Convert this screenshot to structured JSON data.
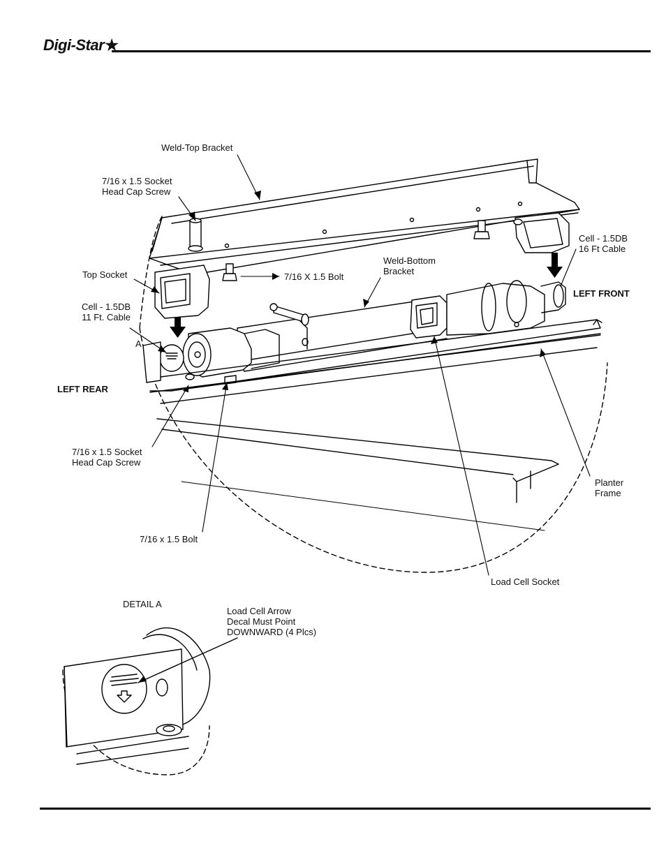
{
  "header": {
    "logo_text": "Digi-Star",
    "logo_star": "★"
  },
  "labels": {
    "weld_top_bracket": "Weld-Top Bracket",
    "socket_screw_top": "7/16 x 1.5 Socket\nHead Cap Screw",
    "top_socket": "Top Socket",
    "bolt_top": "7/16 X 1.5 Bolt",
    "weld_bottom_bracket": "Weld-Bottom\nBracket",
    "cell_front": "Cell - 1.5DB\n16 Ft Cable",
    "left_front": "LEFT FRONT",
    "cell_rear": "Cell - 1.5DB\n11 Ft. Cable",
    "detail_marker": "A",
    "left_rear": "LEFT REAR",
    "socket_screw_bottom": "7/16 x 1.5 Socket\nHead Cap Screw",
    "planter_frame": "Planter\nFrame",
    "bolt_bottom": "7/16 x 1.5 Bolt",
    "load_cell_socket": "Load Cell Socket",
    "detail_a": "DETAIL A",
    "arrow_decal_note": "Load Cell Arrow\nDecal Must Point\nDOWNWARD (4 Plcs)"
  }
}
